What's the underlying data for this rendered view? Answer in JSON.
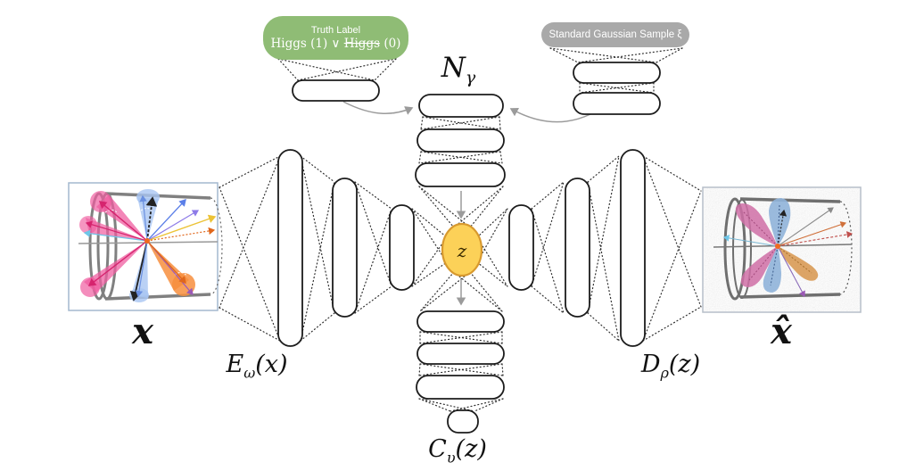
{
  "truth_bubble": {
    "title": "Truth Label",
    "formula_pre": "Higgs (1) ∨ ",
    "formula_struck": "Higgs",
    "formula_post": " (0)",
    "fill": "#8fbc75",
    "text_color": "#ffffff"
  },
  "gaussian_bubble": {
    "text": "Standard Gaussian Sample ξ",
    "fill": "#a9a9a9",
    "text_color": "#ffffff"
  },
  "latent_node": {
    "label": "z",
    "fill": "#fcd158",
    "stroke": "#d8992e"
  },
  "network_labels": {
    "prior": {
      "letter": "N",
      "subscript": "γ"
    },
    "encoder": {
      "letter": "E",
      "subscript": "ω",
      "argument": "(x)"
    },
    "decoder": {
      "letter": "D",
      "subscript": "ρ",
      "argument": "(z)"
    },
    "classifier": {
      "letter": "C",
      "subscript": "υ",
      "argument": "(z)"
    }
  },
  "io_labels": {
    "input": "x",
    "output": "x̂"
  },
  "architecture": {
    "encoder_layers": 3,
    "decoder_layers": 3,
    "prior_network_layers": 3,
    "classifier_layers": 3,
    "classifier_output_nodes": 1,
    "truth_label_branch_layers": 1,
    "gaussian_branch_layers": 2
  }
}
